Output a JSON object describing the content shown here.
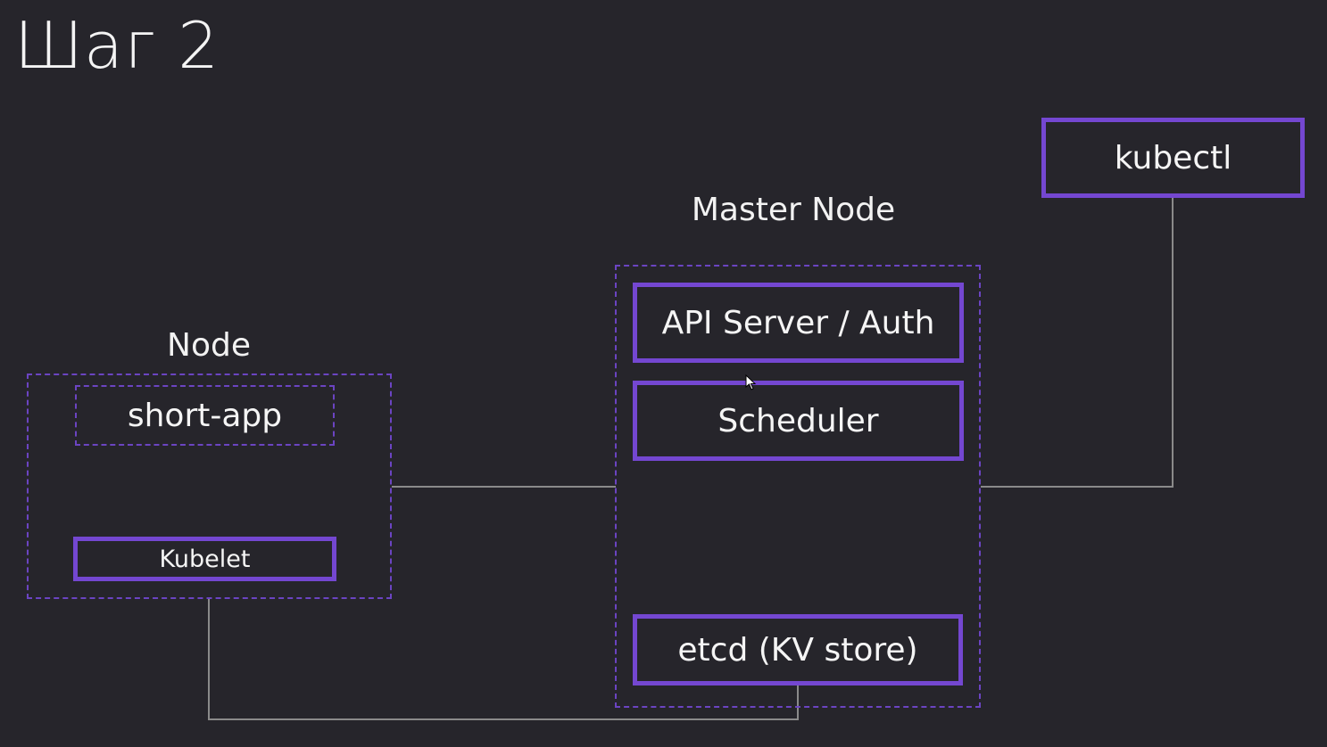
{
  "slide": {
    "title": "Шаг 2"
  },
  "node": {
    "label": "Node",
    "app": "short-app",
    "kubelet": "Kubelet"
  },
  "master": {
    "label": "Master Node",
    "api_server": "API Server / Auth",
    "scheduler": "Scheduler",
    "etcd": "etcd (KV store)"
  },
  "client": {
    "kubectl": "kubectl"
  },
  "colors": {
    "background": "#26252b",
    "accent": "#7447d1",
    "connector": "#8a8a8a"
  }
}
